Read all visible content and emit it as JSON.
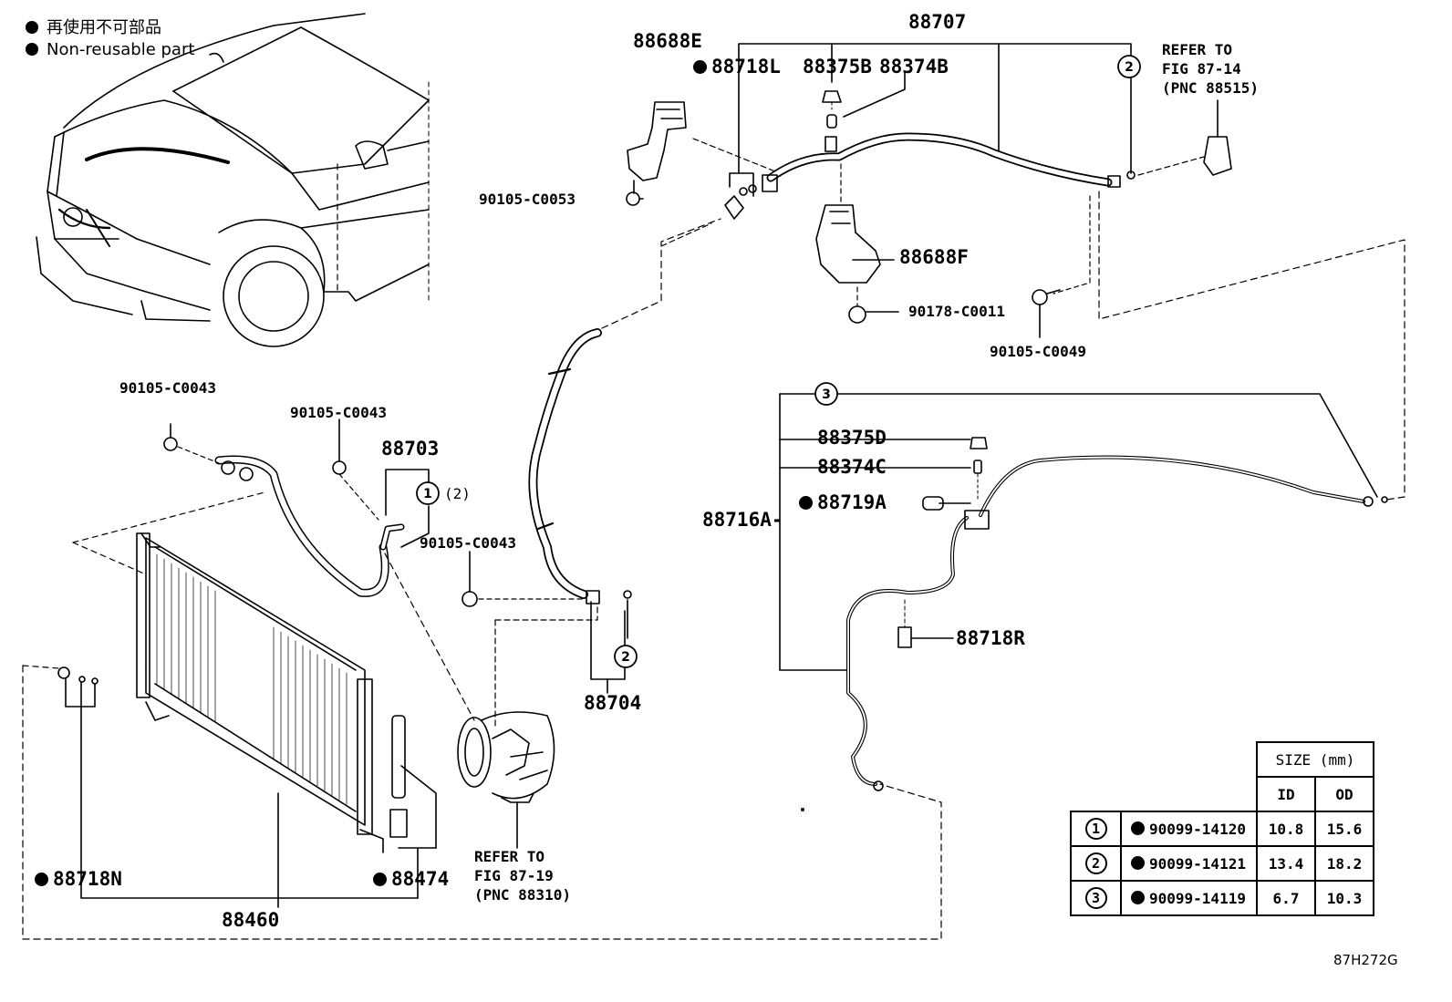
{
  "legend": {
    "line_jp": "再使用不可部品",
    "line_en": "Non-reusable part"
  },
  "labels": {
    "p88707": "88707",
    "p88688E": "88688E",
    "p88718L": "88718L",
    "p88375B": "88375B",
    "p88374B": "88374B",
    "refer_top_1": "REFER TO",
    "refer_top_2": "FIG 87-14",
    "refer_top_3": "(PNC 88515)",
    "p90105_C0053": "90105-C0053",
    "p88688F": "88688F",
    "p90178_C0011": "90178-C0011",
    "p90105_C0049": "90105-C0049",
    "p90105_C0043_a": "90105-C0043",
    "p90105_C0043_b": "90105-C0043",
    "p90105_C0043_c": "90105-C0043",
    "p88703": "88703",
    "sub_2": "(2)",
    "p88375D": "88375D",
    "p88374C": "88374C",
    "p88719A": "88719A",
    "p88716A": "88716A-",
    "p88718R": "88718R",
    "p88704": "88704",
    "refer_bot_1": "REFER TO",
    "refer_bot_2": "FIG 87-19",
    "refer_bot_3": "(PNC 88310)",
    "p88718N": "88718N",
    "p88474": "88474",
    "p88460": "88460",
    "circle_1": "1",
    "circle_2": "2",
    "circle_3": "3"
  },
  "size_table": {
    "header": "SIZE (mm)",
    "col_id": "ID",
    "col_od": "OD",
    "rows": [
      {
        "num": "1",
        "part": "90099-14120",
        "id": "10.8",
        "od": "15.6"
      },
      {
        "num": "2",
        "part": "90099-14121",
        "id": "13.4",
        "od": "18.2"
      },
      {
        "num": "3",
        "part": "90099-14119",
        "id": "6.7",
        "od": "10.3"
      }
    ]
  },
  "figure_id": "87H272G",
  "icons": [
    "non-reusable-dot-icon",
    "car-front-illustration",
    "condenser-illustration",
    "compressor-illustration"
  ]
}
